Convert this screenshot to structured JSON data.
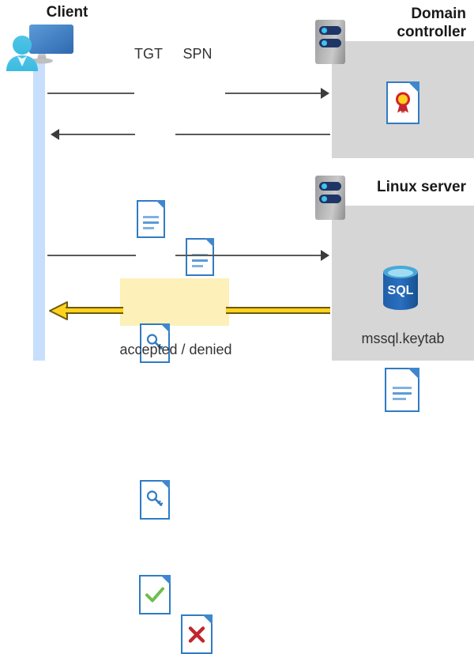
{
  "diagram": {
    "title_client": "Client",
    "title_domain_controller": "Domain\ncontroller",
    "title_domain_controller_line1": "Domain",
    "title_domain_controller_line2": "controller",
    "title_linux_server": "Linux server",
    "label_tgt": "TGT",
    "label_spn": "SPN",
    "label_keytab": "mssql.keytab",
    "label_accepted_denied": "accepted / denied",
    "label_sql": "SQL"
  },
  "icons": {
    "client_avatar": "user-avatar-icon",
    "client_monitor": "monitor-icon",
    "server_dc": "server-rack-icon",
    "server_linux": "server-rack-icon",
    "certificate": "certificate-icon",
    "database": "sql-database-icon",
    "keytab_doc": "document-icon",
    "tgt_doc": "document-icon",
    "spn_doc": "document-icon",
    "ticket_key_1": "document-key-icon",
    "ticket_key_2": "document-key-icon",
    "accepted_doc": "document-check-icon",
    "denied_doc": "document-cross-icon"
  },
  "arrows": [
    {
      "name": "client-to-dc-request",
      "direction": "right",
      "style": "gray"
    },
    {
      "name": "dc-to-client-ticket",
      "direction": "left",
      "style": "gray"
    },
    {
      "name": "client-to-linux-request",
      "direction": "right",
      "style": "gray"
    },
    {
      "name": "linux-to-client-response",
      "direction": "left",
      "style": "gold"
    }
  ],
  "colors": {
    "accent_blue": "#2f7bc4",
    "panel_gray": "#d6d6d6",
    "lifeline_blue": "#c7dffc",
    "highlight_yellow": "#fdf0b8",
    "gold_arrow": "#ffd21e",
    "gold_outline": "#6d5a10",
    "check_green": "#6fbe4a",
    "cross_red": "#c0272d",
    "server_navy": "#1f3566",
    "sql_blue": "#1f5fa9"
  }
}
